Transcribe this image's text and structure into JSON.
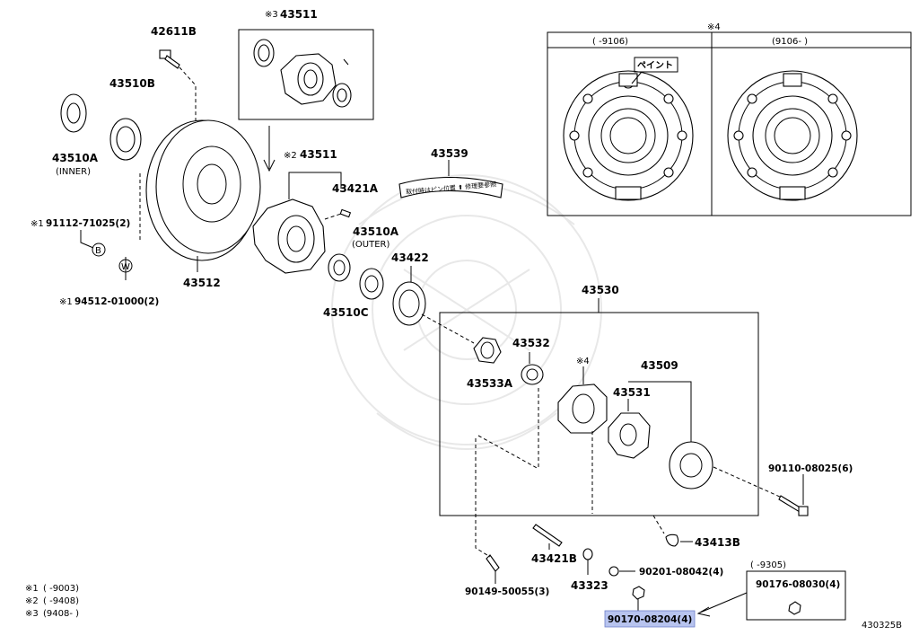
{
  "diagram": {
    "id": "430325B",
    "parts": {
      "p42611B": "42611B",
      "p43511_top": "43511",
      "p43511_top_mark": "※3",
      "p43510B": "43510B",
      "p43510A_inner": "43510A",
      "p43510A_inner_sub": "(INNER)",
      "p91112": "91112-71025(2)",
      "p91112_mark": "※1",
      "circle_b": "B",
      "circle_w": "W",
      "p94512": "94512-01000(2)",
      "p94512_mark": "※1",
      "p43512": "43512",
      "p43511_mid": "43511",
      "p43511_mid_mark": "※2",
      "p43421A": "43421A",
      "p43510A_outer": "43510A",
      "p43510A_outer_sub": "(OUTER)",
      "p43510C": "43510C",
      "p43422": "43422",
      "p43539": "43539",
      "p43539_label": "取付時はピン位置 ⬆ 修理要参照",
      "p43530": "43530",
      "p43532": "43532",
      "p43533A": "43533A",
      "p43509": "43509",
      "p43531": "43531",
      "mark4": "※4",
      "p90110": "90110-08025(6)",
      "p43413B": "43413B",
      "p43421B": "43421B",
      "p43323": "43323",
      "p90149": "90149-50055(3)",
      "p90201": "90201-08042(4)",
      "p90176": "90176-08030(4)",
      "p90170": "90170-08204(4)"
    },
    "inset": {
      "mark": "※4",
      "left_header": "(      -9106)",
      "right_header": "(9106-      )",
      "paint_label": "ペイント"
    },
    "small_box": {
      "header": "(      -9305)"
    },
    "legend": [
      {
        "mark": "※1",
        "range": "(      -9003)"
      },
      {
        "mark": "※2",
        "range": "(      -9408)"
      },
      {
        "mark": "※3",
        "range": "(9408-      )"
      }
    ],
    "highlight_color": "#b8c4ef"
  }
}
